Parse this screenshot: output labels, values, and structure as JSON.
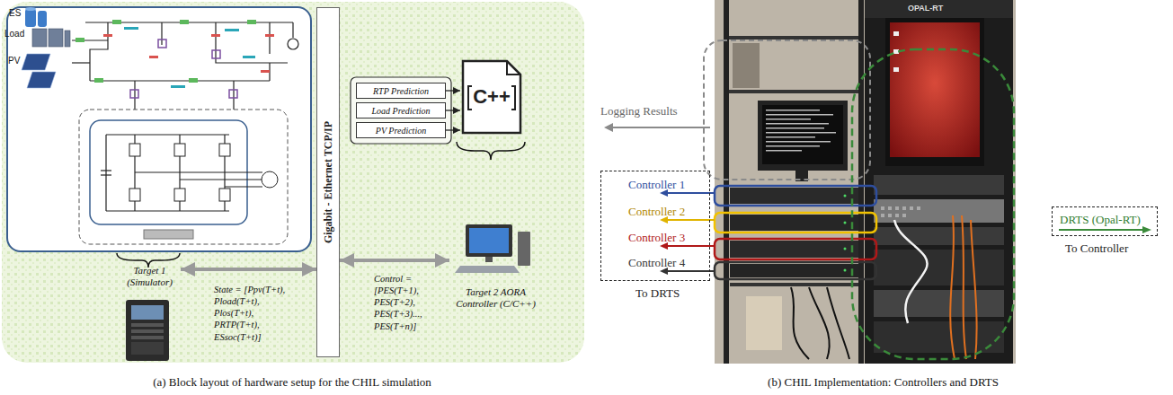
{
  "diagram": {
    "nodes": [
      {
        "text": [
          "Gigabit - Ethernet TCP/IP"
        ]
      },
      {
        "text": [
          "RTP Prediction"
        ]
      },
      {
        "text": [
          "Load Prediction"
        ]
      },
      {
        "text": [
          "PV Prediction"
        ]
      },
      {
        "text": [
          "C++"
        ]
      },
      {
        "text": [
          "Target 1 (Simulator)"
        ]
      },
      {
        "text": [
          "Target 2 AORA Controller (C/C++)"
        ]
      },
      {
        "text": [
          "Controller 1",
          "Controller 2",
          "Controller 3",
          "Controller 4",
          "To DRTS"
        ]
      },
      {
        "text": [
          "DRTS (Opal-RT)",
          "To Controller"
        ]
      }
    ],
    "edges": [
      {
        "from": 1,
        "to": 4,
        "arrow": "to"
      },
      {
        "from": 2,
        "to": 4,
        "arrow": "to"
      },
      {
        "from": 3,
        "to": 4,
        "arrow": "to"
      },
      {
        "from": 5,
        "to": 0,
        "arrow": "both"
      },
      {
        "from": 0,
        "to": 6,
        "arrow": "both"
      }
    ],
    "labels": [
      "ES",
      "Load",
      "PV",
      "State = [Ppv(T+t), Pload(T+t), Plos(T+t), PRTP(T+t), ESsoc(T+t)]",
      "Control = [PES(T+1), PES(T+2), PES(T+3)..., PES(T+n)]",
      "Logging Results",
      "OPAL-RT",
      "(a) Block layout of hardware setup for the CHIL simulation",
      "(b) CHIL Implementation: Controllers and DRTS"
    ]
  }
}
